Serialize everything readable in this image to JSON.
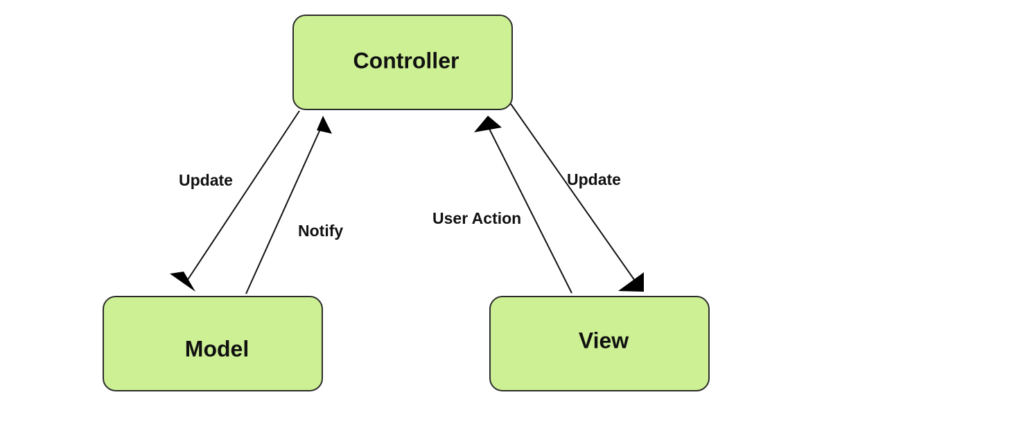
{
  "diagram": {
    "nodes": {
      "controller": {
        "label": "Controller"
      },
      "model": {
        "label": "Model"
      },
      "view": {
        "label": "View"
      }
    },
    "edges": {
      "controller_to_model": {
        "label": "Update",
        "from": "Controller",
        "to": "Model"
      },
      "model_to_controller": {
        "label": "Notify",
        "from": "Model",
        "to": "Controller"
      },
      "view_to_controller": {
        "label": "User Action",
        "from": "View",
        "to": "Controller"
      },
      "controller_to_view": {
        "label": "Update",
        "from": "Controller",
        "to": "View"
      }
    },
    "colors": {
      "node_fill": "#cdf094",
      "node_stroke": "#2b2b2b",
      "edge": "#111111"
    }
  }
}
